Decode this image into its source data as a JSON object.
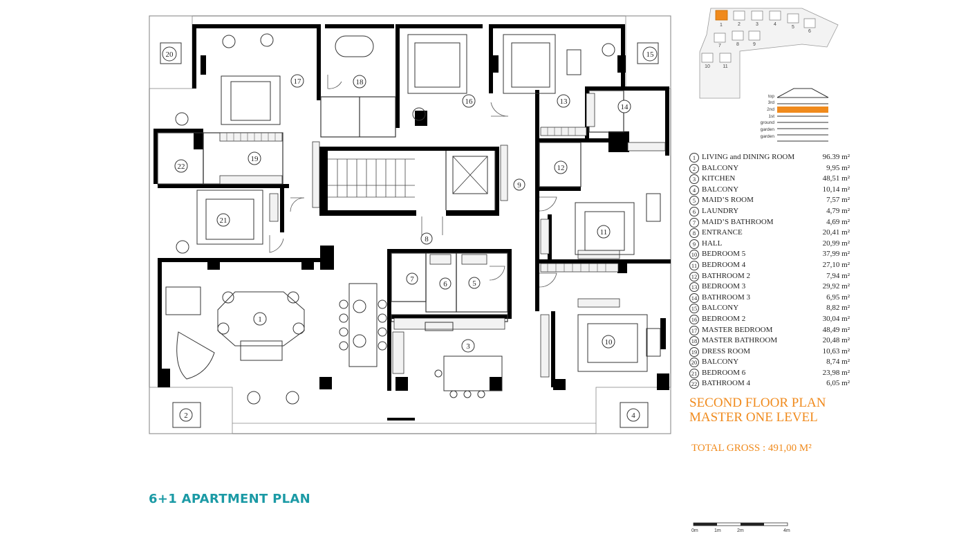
{
  "plan_title": "6+1 APARTMENT PLAN",
  "floor_title_1": "SECOND FLOOR PLAN",
  "floor_title_2": "MASTER ONE LEVEL",
  "total_gross": "TOTAL GROSS : 491,00 M²",
  "rooms": [
    {
      "num": "1",
      "name": "LIVING and DINING ROOM",
      "area": "96.39 m²"
    },
    {
      "num": "2",
      "name": "BALCONY",
      "area": "9,95 m²"
    },
    {
      "num": "3",
      "name": "KITCHEN",
      "area": "48,51 m²"
    },
    {
      "num": "4",
      "name": "BALCONY",
      "area": "10,14 m²"
    },
    {
      "num": "5",
      "name": "MAID’S ROOM",
      "area": "7,57 m²"
    },
    {
      "num": "6",
      "name": "LAUNDRY",
      "area": "4,79 m²"
    },
    {
      "num": "7",
      "name": "MAID’S BATHROOM",
      "area": "4,69 m²"
    },
    {
      "num": "8",
      "name": "ENTRANCE",
      "area": "20,41 m²"
    },
    {
      "num": "9",
      "name": "HALL",
      "area": "20,99 m²"
    },
    {
      "num": "10",
      "name": "BEDROOM 5",
      "area": "37,99 m²"
    },
    {
      "num": "11",
      "name": "BEDROOM 4",
      "area": "27,10 m²"
    },
    {
      "num": "12",
      "name": "BATHROOM 2",
      "area": "7,94 m²"
    },
    {
      "num": "13",
      "name": "BEDROOM 3",
      "area": "29,92 m²"
    },
    {
      "num": "14",
      "name": "BATHROOM 3",
      "area": "6,95 m²"
    },
    {
      "num": "15",
      "name": "BALCONY",
      "area": "8,82 m²"
    },
    {
      "num": "16",
      "name": "BEDROOM 2",
      "area": "30,04 m²"
    },
    {
      "num": "17",
      "name": "MASTER BEDROOM",
      "area": "48,49 m²"
    },
    {
      "num": "18",
      "name": "MASTER BATHROOM",
      "area": "20,48 m²"
    },
    {
      "num": "19",
      "name": "DRESS ROOM",
      "area": "10,63 m²"
    },
    {
      "num": "20",
      "name": "BALCONY",
      "area": "8,74 m²"
    },
    {
      "num": "21",
      "name": "BEDROOM 6",
      "area": "23,98 m²"
    },
    {
      "num": "22",
      "name": "BATHROOM 4",
      "area": "6,05 m²"
    }
  ],
  "floors": [
    "top",
    "3rd",
    "2nd",
    "1st",
    "ground",
    "garden",
    "garden"
  ],
  "current_floor": "2nd",
  "site_units": [
    "1",
    "2",
    "3",
    "4",
    "5",
    "6",
    "7",
    "8",
    "9",
    "10",
    "11"
  ],
  "selected_unit": "1",
  "scale_labels": [
    "0m",
    "1m",
    "2m",
    "4m"
  ],
  "colors": {
    "accent_orange": "#f08a1c",
    "title_teal": "#1b9aa5",
    "wall": "#000000",
    "line": "#555555"
  }
}
